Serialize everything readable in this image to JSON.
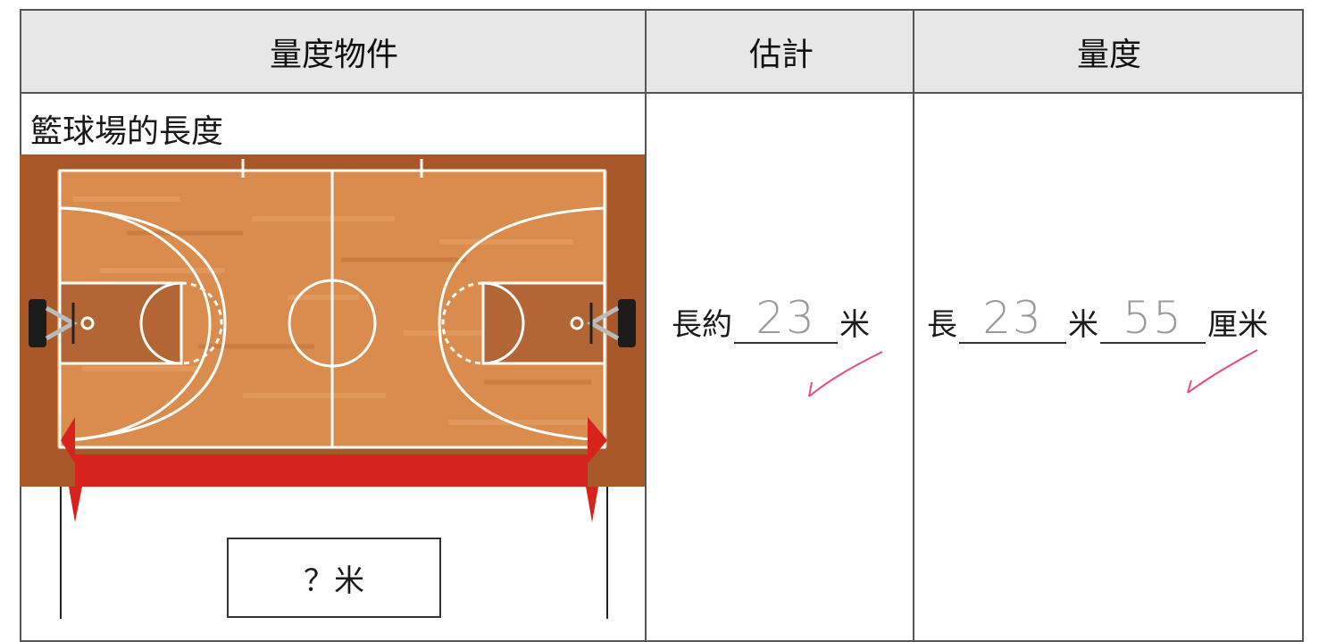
{
  "table": {
    "headers": [
      "量度物件",
      "估計",
      "量度"
    ],
    "subject": "籃球場的長度",
    "unknown_label": "？米",
    "estimate": {
      "prefix": "長約",
      "handwritten_value": "23",
      "unit": "米"
    },
    "measurement": {
      "prefix": "長",
      "handwritten_meters": "23",
      "unit_meters": "米",
      "handwritten_centimeters": "55",
      "unit_centimeters": "厘米"
    }
  },
  "colors": {
    "header_bg": "#e7e7e7",
    "floor": "#d88a4a",
    "arrow": "#d6231e",
    "check_mark": "#e0507a",
    "handwriting": "#9a9a9a"
  }
}
